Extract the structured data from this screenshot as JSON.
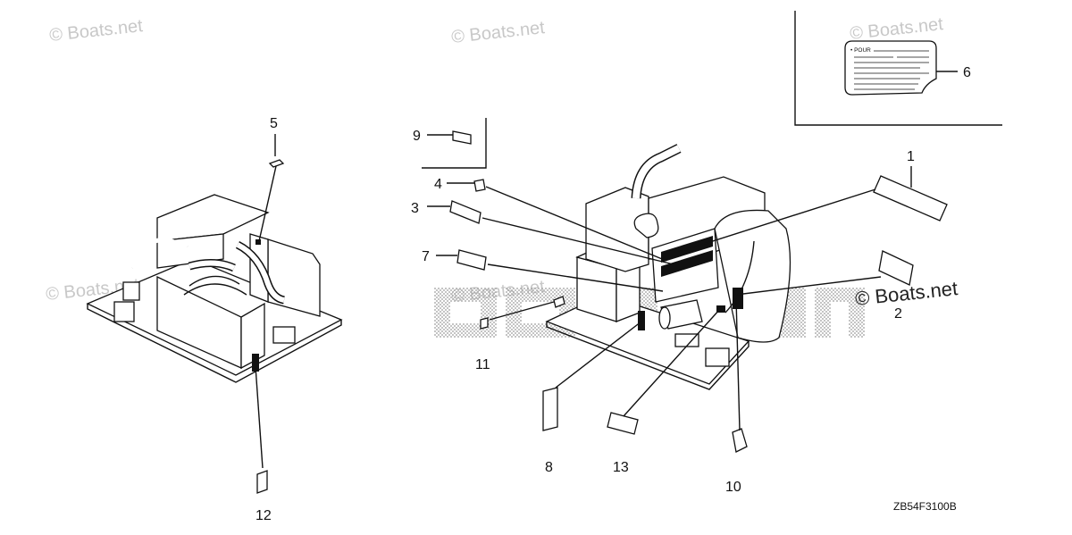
{
  "watermarks": {
    "top_left": "© Boats.net",
    "top_center": "© Boats.net",
    "top_right": "© Boats.net",
    "mid_left": "© Boats.net",
    "mid_center": "© Boats.net",
    "brand": "© Boats.net"
  },
  "inset_label_text": "• POUR",
  "diagram_code": "ZB54F3100B",
  "callouts": [
    "1",
    "2",
    "3",
    "4",
    "5",
    "6",
    "7",
    "8",
    "9",
    "10",
    "11",
    "12",
    "13"
  ],
  "colors": {
    "line": "#111111",
    "watermark": "#c8c8c8",
    "background": "#ffffff"
  }
}
